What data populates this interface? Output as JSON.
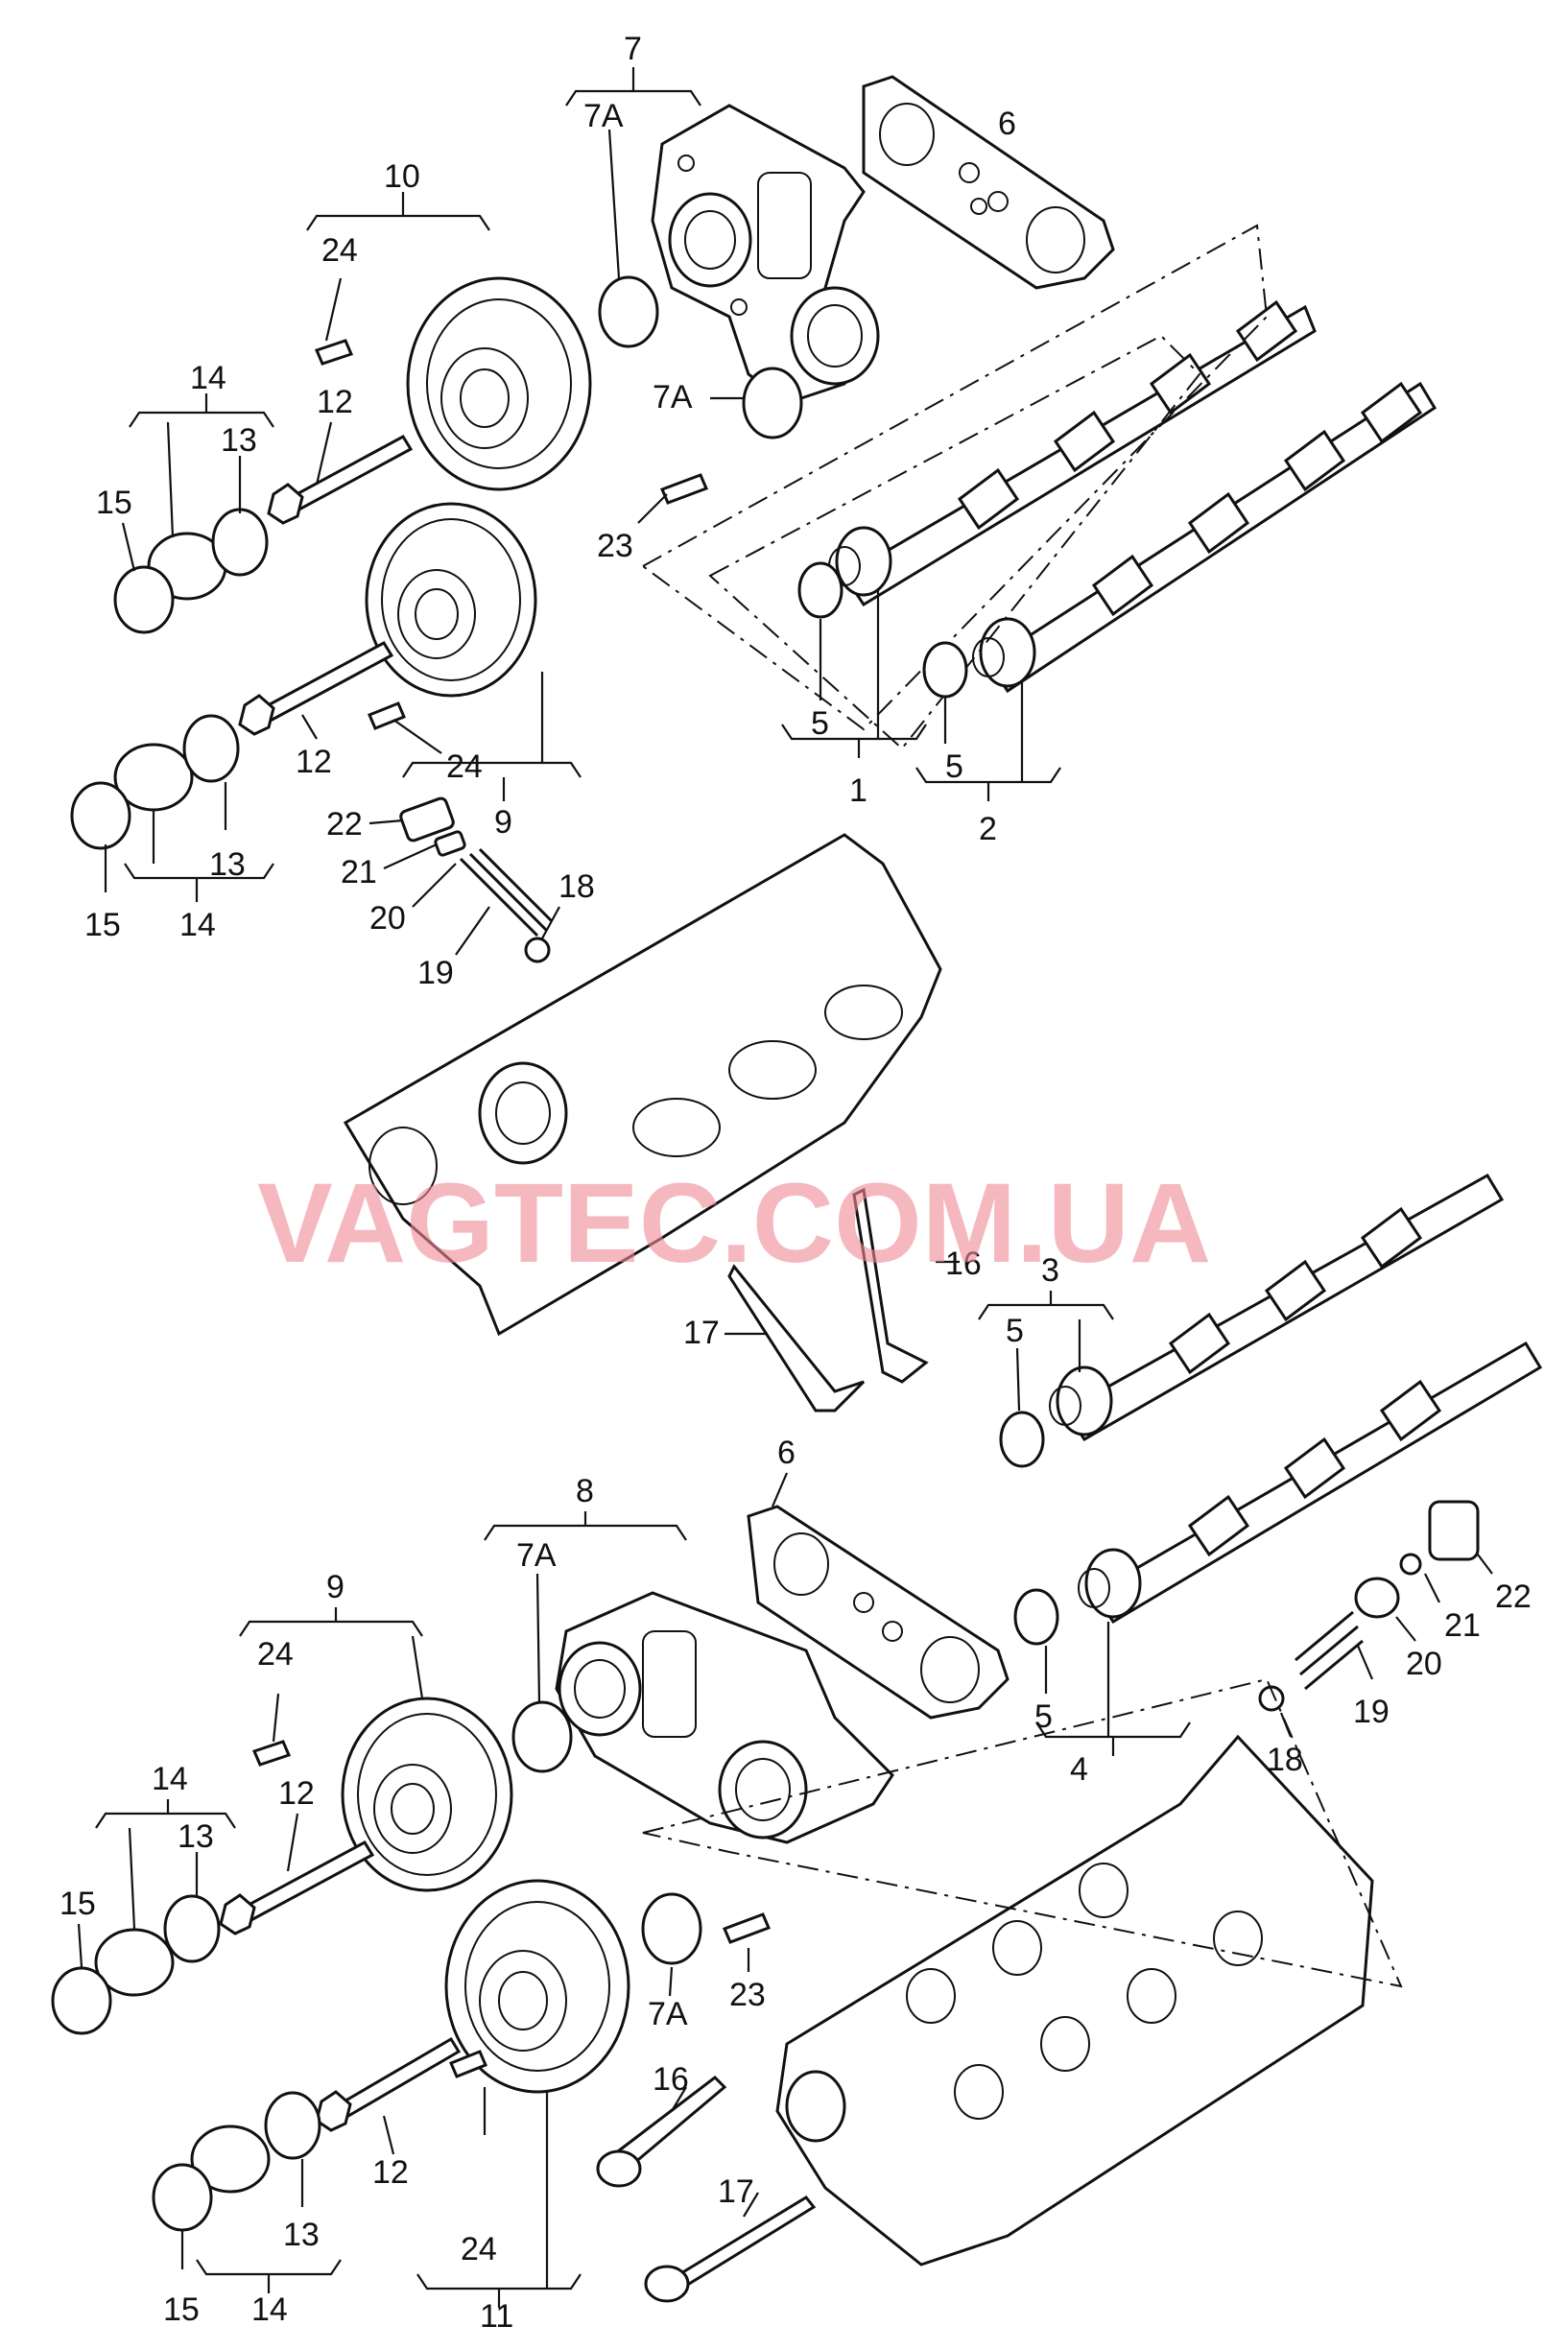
{
  "watermark": "VAGTEC.COM.UA",
  "callouts": {
    "c1": "1",
    "c2": "2",
    "c3": "3",
    "c4": "4",
    "c5a": "5",
    "c5b": "5",
    "c5c": "5",
    "c5d": "5",
    "c6a": "6",
    "c6b": "6",
    "c7": "7",
    "c7Aa": "7A",
    "c7Ab": "7A",
    "c7Ac": "7A",
    "c7Ad": "7A",
    "c8": "8",
    "c9a": "9",
    "c9b": "9",
    "c10": "10",
    "c11": "11",
    "c12a": "12",
    "c12b": "12",
    "c12c": "12",
    "c12d": "12",
    "c13a": "13",
    "c13b": "13",
    "c13c": "13",
    "c13d": "13",
    "c14a": "14",
    "c14b": "14",
    "c14c": "14",
    "c14d": "14",
    "c15a": "15",
    "c15b": "15",
    "c15c": "15",
    "c15d": "15",
    "c16a": "16",
    "c16b": "16",
    "c17a": "17",
    "c17b": "17",
    "c18a": "18",
    "c18b": "18",
    "c19a": "19",
    "c19b": "19",
    "c20a": "20",
    "c20b": "20",
    "c21a": "21",
    "c21b": "21",
    "c22a": "22",
    "c22b": "22",
    "c23a": "23",
    "c23b": "23",
    "c24a": "24",
    "c24b": "24",
    "c24c": "24",
    "c24d": "24"
  }
}
